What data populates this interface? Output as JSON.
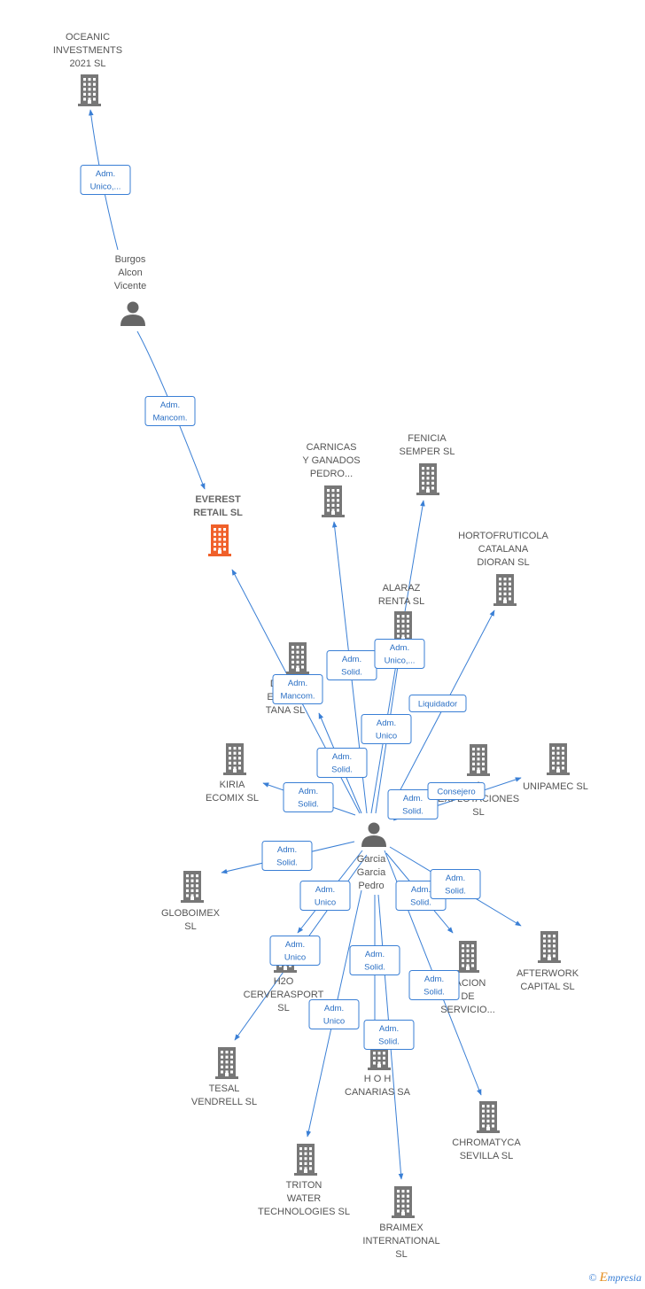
{
  "colors": {
    "edge": "#3a7fd5",
    "company": "#777777",
    "focus_company": "#f0602a",
    "person": "#666666"
  },
  "footer": {
    "copyright": "©",
    "brand_initial": "E",
    "brand_rest": "mpresia"
  },
  "nodes": [
    {
      "id": "oceanic",
      "type": "company",
      "lines": [
        "OCEANIC",
        "INVESTMENTS",
        "2021  SL"
      ]
    },
    {
      "id": "burgos",
      "type": "person",
      "lines": [
        "Burgos",
        "Alcon",
        "Vicente"
      ]
    },
    {
      "id": "everest",
      "type": "company",
      "focus": true,
      "lines": [
        "EVEREST",
        "RETAIL  SL"
      ]
    },
    {
      "id": "carnicas",
      "type": "company",
      "lines": [
        "CARNICAS",
        "Y GANADOS",
        "PEDRO..."
      ]
    },
    {
      "id": "fenicia",
      "type": "company",
      "lines": [
        "FENICIA",
        "SEMPER  SL"
      ]
    },
    {
      "id": "hortofruticola",
      "type": "company",
      "lines": [
        "HORTOFRUTICOLA",
        "CATALANA",
        "DIORAN SL"
      ]
    },
    {
      "id": "alaraz",
      "type": "company",
      "lines": [
        "ALARAZ",
        "RENTA SL"
      ]
    },
    {
      "id": "desarrollos",
      "type": "company",
      "lines": [
        "DE   OS",
        "EMP   ES",
        "TANA  SL"
      ]
    },
    {
      "id": "kiria",
      "type": "company",
      "lines": [
        "KIRIA",
        "ECOMIX  SL"
      ]
    },
    {
      "id": "explotaciones",
      "type": "company",
      "lines": [
        "A",
        "EXPLOTACIONES",
        "SL"
      ]
    },
    {
      "id": "unipamec",
      "type": "company",
      "lines": [
        "UNIPAMEC  SL"
      ]
    },
    {
      "id": "garcia",
      "type": "person",
      "lines": [
        "Garcia",
        "Garcia",
        "Pedro"
      ]
    },
    {
      "id": "globoimex",
      "type": "company",
      "lines": [
        "GLOBOIMEX",
        "SL"
      ]
    },
    {
      "id": "h2o",
      "type": "company",
      "lines": [
        "H2O",
        "CERVERASPORT",
        "SL"
      ]
    },
    {
      "id": "gestacion",
      "type": "company",
      "lines": [
        "TACION",
        "DE",
        "SERVICIO..."
      ]
    },
    {
      "id": "afterwork",
      "type": "company",
      "lines": [
        "AFTERWORK",
        "CAPITAL  SL"
      ]
    },
    {
      "id": "tesal",
      "type": "company",
      "lines": [
        "TESAL",
        "VENDRELL SL"
      ]
    },
    {
      "id": "hoh",
      "type": "company",
      "lines": [
        "H O H",
        "CANARIAS SA"
      ]
    },
    {
      "id": "chromatyca",
      "type": "company",
      "lines": [
        "CHROMATYCA",
        "SEVILLA  SL"
      ]
    },
    {
      "id": "triton",
      "type": "company",
      "lines": [
        "TRITON",
        "WATER",
        "TECHNOLOGIES SL"
      ]
    },
    {
      "id": "braimex",
      "type": "company",
      "lines": [
        "BRAIMEX",
        "INTERNATIONAL",
        "SL"
      ]
    }
  ],
  "edges": [
    {
      "from": "burgos",
      "to": "oceanic",
      "label": [
        "Adm.",
        "Unico,..."
      ]
    },
    {
      "from": "burgos",
      "to": "everest",
      "label": [
        "Adm.",
        "Mancom."
      ]
    },
    {
      "from": "garcia",
      "to": "everest",
      "label": [
        "Adm.",
        "Mancom."
      ]
    },
    {
      "from": "garcia",
      "to": "carnicas",
      "label": [
        "Adm.",
        "Solid."
      ]
    },
    {
      "from": "garcia",
      "to": "fenicia",
      "label": [
        "Adm.",
        "Unico,..."
      ]
    },
    {
      "from": "garcia",
      "to": "hortofruticola",
      "label": [
        "Liquidador"
      ]
    },
    {
      "from": "garcia",
      "to": "alaraz",
      "label": [
        "Adm.",
        "Unico"
      ]
    },
    {
      "from": "garcia",
      "to": "desarrollos",
      "label": [
        "Adm.",
        "Solid."
      ]
    },
    {
      "from": "garcia",
      "to": "kiria",
      "label": [
        "Adm.",
        "Solid."
      ]
    },
    {
      "from": "garcia",
      "to": "explotaciones",
      "label": [
        "Adm.",
        "Solid."
      ]
    },
    {
      "from": "garcia",
      "to": "unipamec",
      "label": [
        "Consejero"
      ]
    },
    {
      "from": "garcia",
      "to": "globoimex",
      "label": [
        "Adm.",
        "Solid."
      ]
    },
    {
      "from": "garcia",
      "to": "h2o",
      "label": [
        "Adm.",
        "Unico"
      ]
    },
    {
      "from": "garcia",
      "to": "tesal",
      "label": [
        "Adm.",
        "Unico"
      ]
    },
    {
      "from": "garcia",
      "to": "gestacion",
      "label": [
        "Adm.",
        "Solid."
      ]
    },
    {
      "from": "garcia",
      "to": "afterwork",
      "label": [
        "Adm.",
        "Solid."
      ]
    },
    {
      "from": "garcia",
      "to": "hoh",
      "label": [
        "Adm.",
        "Solid."
      ]
    },
    {
      "from": "garcia",
      "to": "chromatyca",
      "label": [
        "Adm.",
        "Solid."
      ]
    },
    {
      "from": "garcia",
      "to": "triton",
      "label": [
        "Adm.",
        "Unico"
      ]
    },
    {
      "from": "garcia",
      "to": "braimex",
      "label": [
        "Adm.",
        "Solid."
      ]
    }
  ]
}
